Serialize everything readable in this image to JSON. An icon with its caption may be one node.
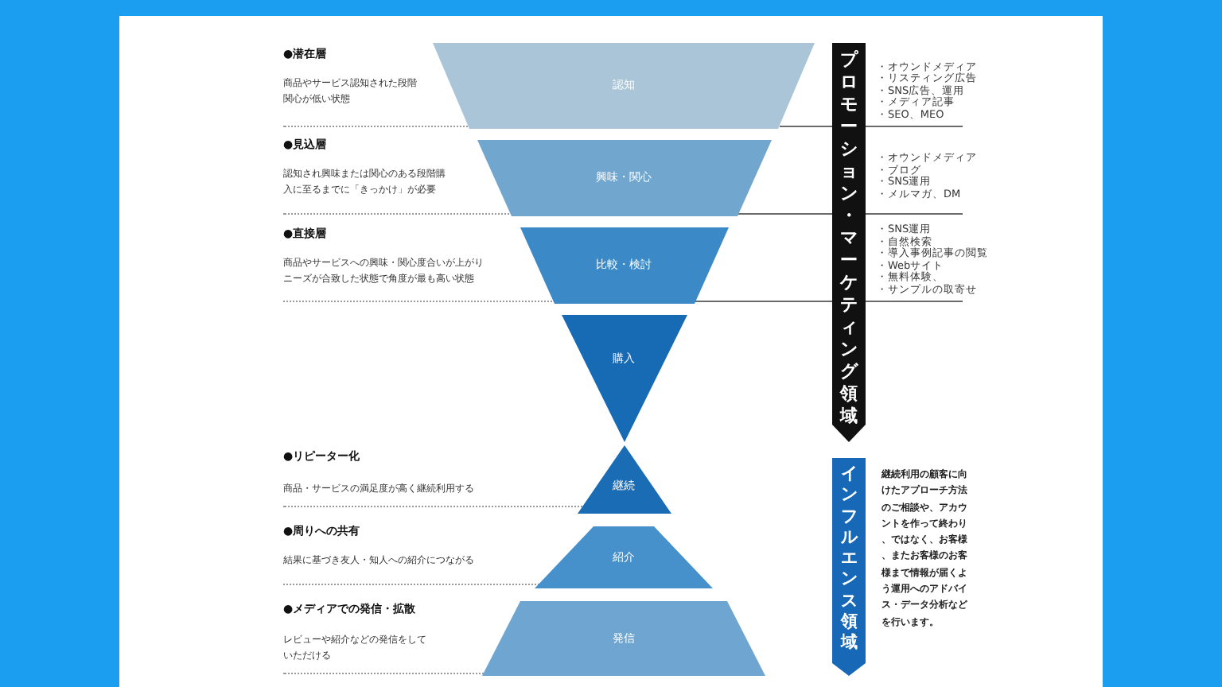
{
  "diagram": {
    "nodes": [
      {
        "text": [
          "認知"
        ],
        "beside": [
          "●潜在層",
          "商品やサービス認知された段階関心が低い状態"
        ]
      },
      {
        "text": [
          "興味・関心"
        ],
        "beside": [
          "●見込層",
          "認知され興味または関心のある段階購入に至るまでに「きっかけ」が必要"
        ]
      },
      {
        "text": [
          "比較・検討"
        ],
        "beside": [
          "●直接層",
          "商品やサービスへの興味・関心度合いが上がりニーズが合致した状態で角度が最も高い状態"
        ]
      },
      {
        "text": [
          "購入"
        ]
      },
      {
        "text": [
          "継続"
        ],
        "beside": [
          "●リピーター化",
          "商品・サービスの満足度が高く継続利用する"
        ]
      },
      {
        "text": [
          "紹介"
        ],
        "beside": [
          "●周りへの共有",
          "結果に基づき友人・知人への紹介につながる"
        ]
      },
      {
        "text": [
          "発信"
        ],
        "beside": [
          "●メディアでの発信・拡散",
          "レビューや紹介などの発信をしていただける"
        ]
      },
      {
        "text": [
          "プロモーション・マーケティング領域"
        ]
      },
      {
        "text": [
          "インフルエンス領域"
        ]
      }
    ],
    "labels": [
      "・オウンドメディア",
      "・リスティング広告",
      "・SNS広告、運用",
      "・メディア記事",
      "・SEO、MEO",
      "・オウンドメディア",
      "・ブログ",
      "・SNS運用",
      "・メルマガ、DM",
      "・SNS運用",
      "・自然検索",
      "・導入事例記事の閲覧",
      "・Webサイト",
      "・無料体験、",
      "・サンプルの取寄せ",
      "継続利用の顧客に向けたアプローチ方法のご相談や、アカウントを作って終わり、ではなく、お客様、またお客様のお客様まで情報が届くよう運用へのアドバイス・データ分析などを行います。"
    ]
  }
}
